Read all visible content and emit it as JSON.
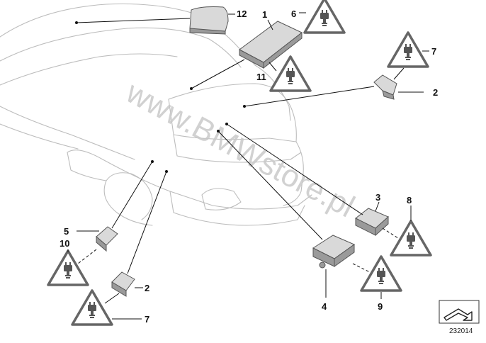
{
  "diagram": {
    "callouts": {
      "c1": "1",
      "c2a": "2",
      "c2b": "2",
      "c3": "3",
      "c4": "4",
      "c5": "5",
      "c6": "6",
      "c7a": "7",
      "c7b": "7",
      "c8": "8",
      "c9": "9",
      "c10": "10",
      "c11": "11",
      "c12": "12"
    },
    "watermark": "www.BMWstore.pl",
    "diagram_number": "232014",
    "icons": {
      "warning_plug": "warning-triangle-plug-icon",
      "direction_arrow": "arrow-box-icon"
    }
  }
}
